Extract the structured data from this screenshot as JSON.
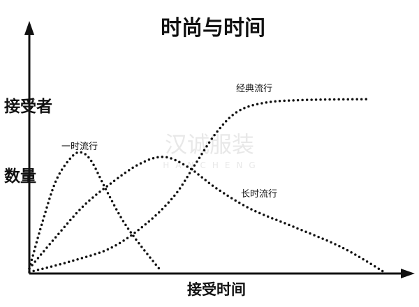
{
  "chart_data": {
    "type": "line",
    "title": "时尚与时间",
    "xlabel": "接受时间",
    "ylabel_lines": [
      "接受者",
      "数量"
    ],
    "xlim": [
      0,
      100
    ],
    "ylim": [
      0,
      100
    ],
    "grid": false,
    "series": [
      {
        "name": "一时流行",
        "x": [
          0,
          3.3,
          6.9,
          10.6,
          13.3,
          16.1,
          19.7,
          24.3,
          28.8,
          33.9
        ],
        "y": [
          2,
          20,
          37,
          46,
          48.7,
          45.4,
          34.7,
          21.6,
          11.8,
          2
        ]
      },
      {
        "name": "经典流行",
        "x": [
          0,
          10.6,
          21.5,
          30.7,
          38,
          43.4,
          48.9,
          54.4,
          61.7,
          72.6,
          89
        ],
        "y": [
          0.6,
          4.8,
          10.4,
          20.2,
          31.4,
          44,
          56.6,
          65,
          68.6,
          69.7,
          70
        ]
      },
      {
        "name": "长时流行",
        "x": [
          0,
          6.9,
          14.2,
          21.5,
          28.8,
          35.2,
          41.6,
          48.9,
          58,
          69,
          81.8,
          92.7
        ],
        "y": [
          2,
          14.6,
          27.2,
          36.4,
          44,
          46.8,
          42.6,
          34.2,
          25.8,
          18.8,
          10.4,
          0.6
        ]
      }
    ]
  },
  "watermark": {
    "cn": "汉诚服装",
    "en": "HANCHENG"
  },
  "colors": {
    "line": "#111111",
    "watermark": "#e8e8e8"
  }
}
